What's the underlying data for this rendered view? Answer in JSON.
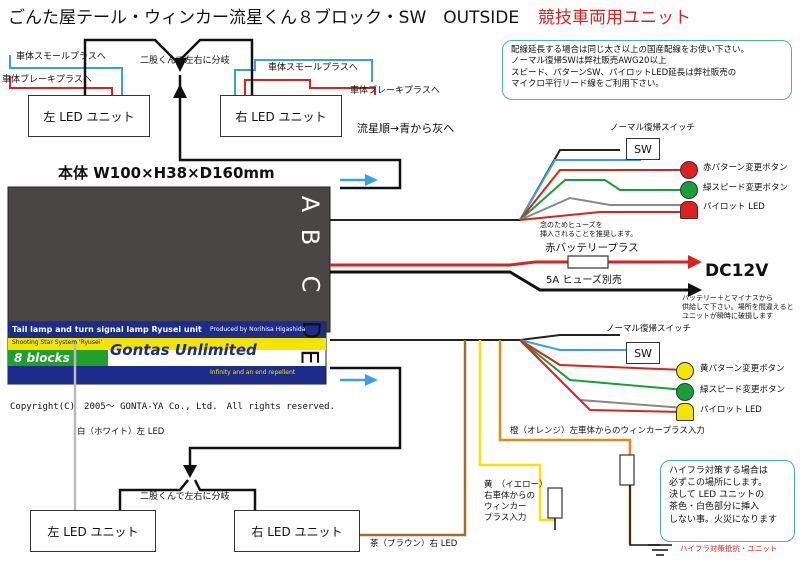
{
  "title": {
    "main": "ごんた屋テール・ウィンカー流星くん８ブロック・SW　OUTSIDE",
    "sub": "競技車両用ユニット"
  },
  "main_unit": {
    "dimensions": "本体 W100×H38×D160mm",
    "ports": [
      "A",
      "B",
      "C",
      "D",
      "E"
    ],
    "label_line1": "Tail lamp and turn signal lamp Ryusei unit",
    "label_produced": "Produced by Norihisa Higashida",
    "label_system": "Shooting Star System 'Ryusei'",
    "label_blocks": "8 blocks",
    "label_brand": "Gontas Unlimited",
    "label_tagline": "Infinity and an end repellent"
  },
  "copyright": "Copyright(C)　2005～ GONTA-YA Co., Ltd.　All rights reserved.",
  "top_left": {
    "small_plus_left": "車体スモールプラスへ",
    "brake_plus_left": "車体ブレーキプラスへ",
    "split": "二股くんで左右に分岐",
    "left_unit": "左 LED ユニット",
    "right_unit": "右 LED ユニット",
    "small_plus_right": "車体スモールプラスへ",
    "brake_plus_right": "車体ブレーキプラスへ",
    "flow": "流星順→青から灰へ"
  },
  "top_note": "配線延長する場合は同じ太さ以上の国産配線をお使い下さい。ノーマル復帰SWは弊社販売AWG20以上スピード、パターンSW、パイロットLED延長は弊社販売のマイクロ平行リード線をご利用下さい。",
  "top_note_lines": [
    "配線延長する場合は同じ太さ以上の国産配線をお使い下さい。",
    "ノーマル復帰SWは弊社販売AWG20以上",
    "スピード、パターンSW、パイロットLED延長は弊社販売の",
    "マイクロ平行リード線をご利用下さい。"
  ],
  "controls_top": {
    "normal_switch": "ノーマル復帰スイッチ",
    "sw": "SW",
    "pattern_button": "赤パターン変更ボタン",
    "speed_button": "緑スピード変更ボタン",
    "pilot_led": "パイロット LED"
  },
  "fuse": {
    "note_line1": "念のためヒューズを",
    "note_line2": "挿入されることを推奨します。",
    "battery_plus": "赤バッテリープラス",
    "fuse_label": "5A ヒューズ別売",
    "dc": "DC12V",
    "warning_line1": "バッテリー＋とマイナスから",
    "warning_line2": "供給して下さい。場所を間違えると",
    "warning_line3": "ユニットが瞬時に破損します"
  },
  "controls_bottom": {
    "normal_switch": "ノーマル復帰スイッチ",
    "sw": "SW",
    "pattern_button": "黄パターン変更ボタン",
    "speed_button": "緑スピード変更ボタン",
    "pilot_led": "パイロット LED"
  },
  "bottom": {
    "white_left": "白（ホワイト）左 LED",
    "split": "二股くんで左右に分岐",
    "left_unit": "左 LED ユニット",
    "right_unit": "右 LED ユニット",
    "brown_right": "茶（ブラウン）右 LED",
    "orange_turn": "橙（オレンジ）左車体からのウィンカープラス入力",
    "yellow_turn_lines": [
      "黄　（イエロー）",
      "右車体からの",
      "ウィンカー",
      "プラス入力"
    ]
  },
  "hyper_note_lines": [
    "ハイフラ対策する場合は",
    "必ずこの場所にします。",
    "決して LED ユニットの",
    "茶色・白色部分に挿入",
    "しない事。火災になります"
  ],
  "hyper_note_footer": "ハイフラ対策抵抗・ユニット",
  "colors": {
    "red": "#e0201c",
    "blue": "#3aa0e0",
    "green": "#16a03a",
    "yellow": "#f2e600",
    "orange": "#e08a1c",
    "brown": "#a86a2a",
    "body": "#4b4646"
  }
}
